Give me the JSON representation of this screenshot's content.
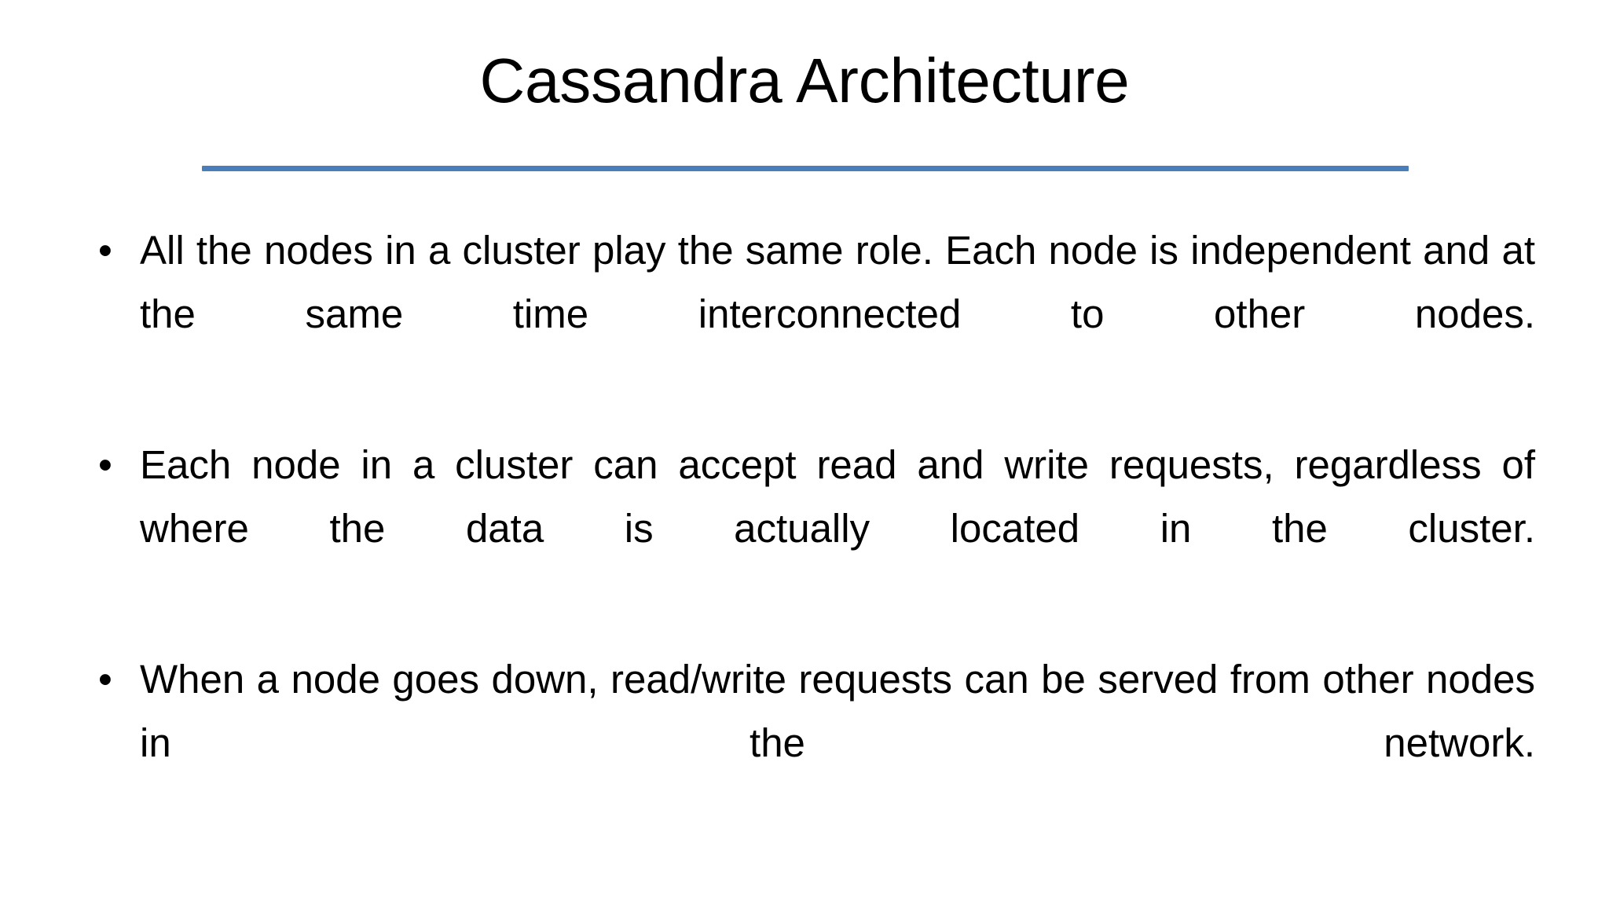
{
  "slide": {
    "background_color": "#ffffff",
    "title": "Cassandra Architecture",
    "rule_color": "#4a7ebb",
    "text_color": "#000000",
    "bullet_glyph": "•",
    "bullets": [
      {
        "marker": "•",
        "text": "All the nodes in a cluster play the same role. Each node is independent and at the same time interconnected to other nodes."
      },
      {
        "marker": "•",
        "text": "Each node in a cluster can accept read and write requests, regardless of where the data is actually located in the cluster."
      },
      {
        "marker": "•",
        "text": "When a node goes down, read/write requests can be served from other nodes in the network."
      }
    ]
  }
}
